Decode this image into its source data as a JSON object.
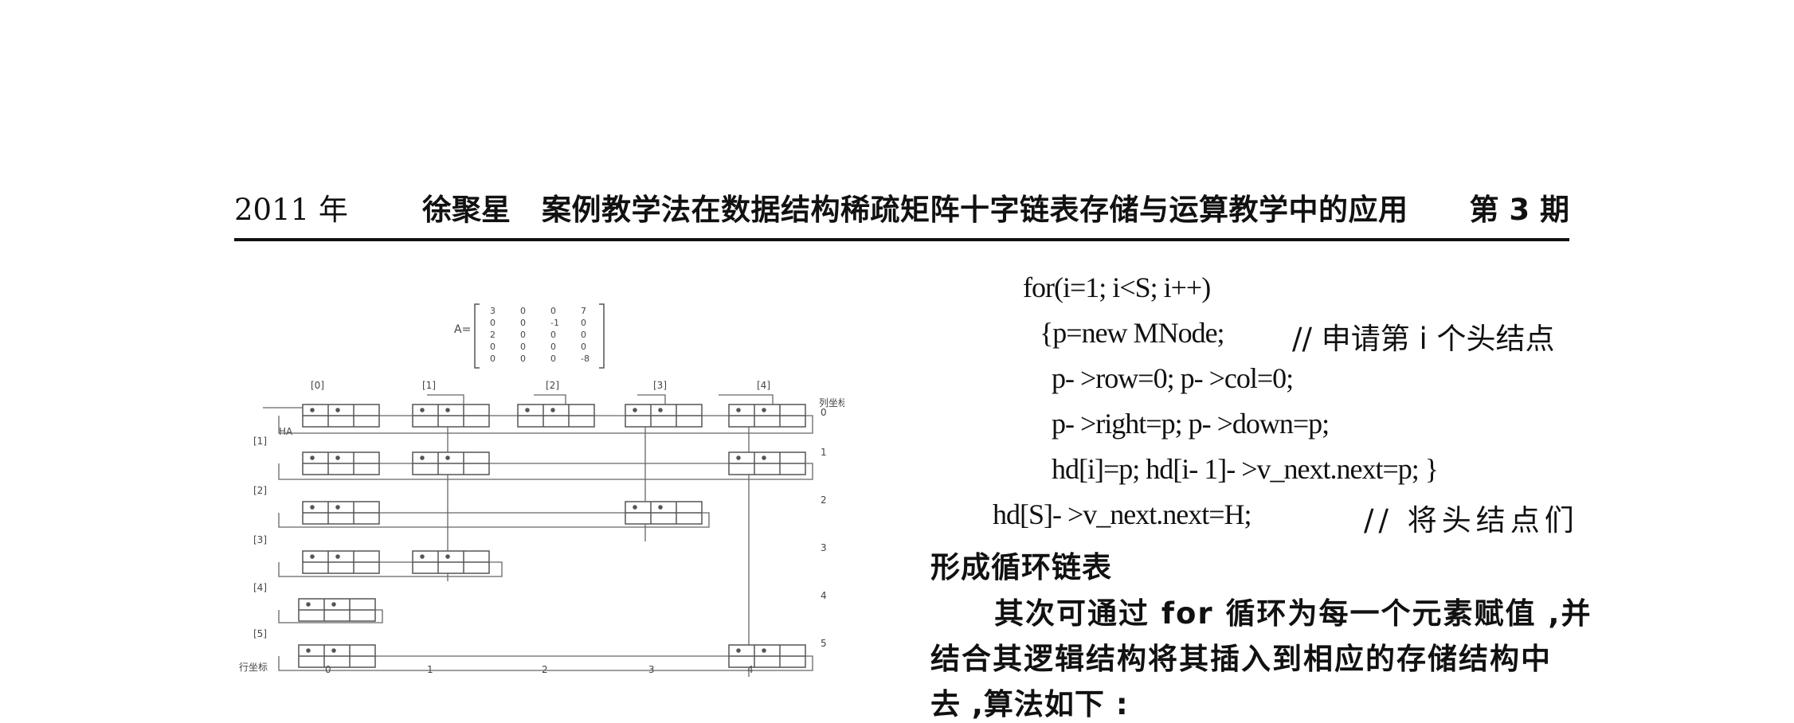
{
  "header": {
    "year": "2011 年",
    "author": "徐聚星",
    "title": "案例教学法在数据结构稀疏矩阵十字链表存储与运算教学中的应用",
    "issue": "第 3 期"
  },
  "figure": {
    "matrix_label": "A=",
    "matrix_rows": [
      [
        "3",
        "0",
        "0",
        "7"
      ],
      [
        "0",
        "0",
        "-1",
        "0"
      ],
      [
        "2",
        "0",
        "0",
        "0"
      ],
      [
        "0",
        "0",
        "0",
        "0"
      ],
      [
        "0",
        "0",
        "0",
        "-8"
      ]
    ],
    "col_heads": [
      "[0]",
      "[1]",
      "[2]",
      "[3]",
      "[4]"
    ],
    "row_heads": [
      "[1]",
      "[2]",
      "[3]",
      "[4]",
      "[5]"
    ],
    "ha_label": "HA",
    "col_index_label": "列坐标",
    "row_index_label": "行坐标",
    "right_nums": [
      "0",
      "1",
      "2",
      "3",
      "4",
      "5"
    ],
    "bottom_nums": [
      "0",
      "1",
      "2",
      "3",
      "4"
    ]
  },
  "code": {
    "line1": "for(i=1; i<S; i++)",
    "line2": "{p=new MNode;",
    "line2_comment": "// 申请第 i 个头结点",
    "line3": "p- >row=0; p- >col=0;",
    "line4": "p- >right=p; p- >down=p;",
    "line5": "hd[i]=p; hd[i- 1]- >v_next.next=p; }",
    "line6": "hd[S]- >v_next.next=H;",
    "line6_comment": "// 将头结点们"
  },
  "text": {
    "line7": "形成循环链表",
    "para1": "其次可通过 for 循环为每一个元素赋值 ,并",
    "para2": "结合其逻辑结构将其插入到相应的存储结构中",
    "para3": "去 ,算法如下 :"
  }
}
